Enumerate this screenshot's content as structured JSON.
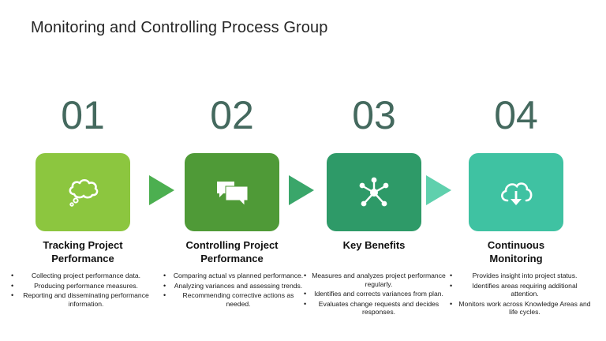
{
  "title": "Monitoring and Controlling Process Group",
  "colors": {
    "number": "#44695e",
    "arrow_1": "#4caf50",
    "arrow_2": "#3aa66a",
    "arrow_3": "#5fd0ad"
  },
  "steps": [
    {
      "number": "01",
      "icon": "thought-cloud-icon",
      "color": "#8cc63f",
      "title_line1": "Tracking Project",
      "title_line2": "Performance",
      "bullets": [
        "Collecting project performance data.",
        "Producing performance measures.",
        "Reporting and disseminating performance information."
      ]
    },
    {
      "number": "02",
      "icon": "chat-bubbles-icon",
      "color": "#4f9a37",
      "title_line1": "Controlling Project",
      "title_line2": "Performance",
      "bullets": [
        "Comparing actual vs planned performance.",
        "Analyzing variances and assessing trends.",
        "Recommending corrective actions as needed."
      ]
    },
    {
      "number": "03",
      "icon": "network-hub-icon",
      "color": "#2e9a68",
      "title_line1": "Key Benefits",
      "title_line2": "",
      "bullets": [
        "Measures and analyzes project performance regularly.",
        "Identifies and corrects variances from plan.",
        "Evaluates change requests and decides responses."
      ]
    },
    {
      "number": "04",
      "icon": "cloud-download-icon",
      "color": "#3fc2a2",
      "title_line1": "Continuous",
      "title_line2": "Monitoring",
      "bullets": [
        "Provides insight into project status.",
        "Identifies areas requiring additional attention.",
        "Monitors work across Knowledge Areas and life cycles."
      ]
    }
  ]
}
